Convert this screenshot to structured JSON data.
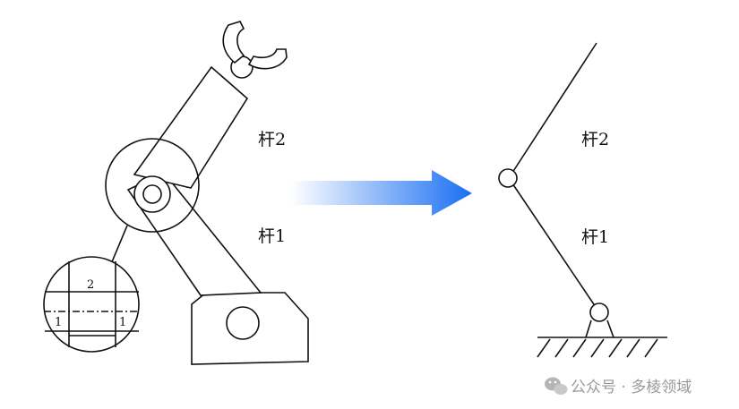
{
  "left_figure": {
    "label_link2": "杆2",
    "label_link1": "杆1",
    "detail_label_top": "2",
    "detail_label_left": "1",
    "detail_label_right": "1"
  },
  "right_figure": {
    "label_link2": "杆2",
    "label_link1": "杆1"
  },
  "arrow": {
    "color_start": "#ffffff",
    "color_end": "#1a6ff2"
  },
  "watermark": {
    "text": "公众号 · 多棱领域",
    "icon": "wechat-icon"
  }
}
